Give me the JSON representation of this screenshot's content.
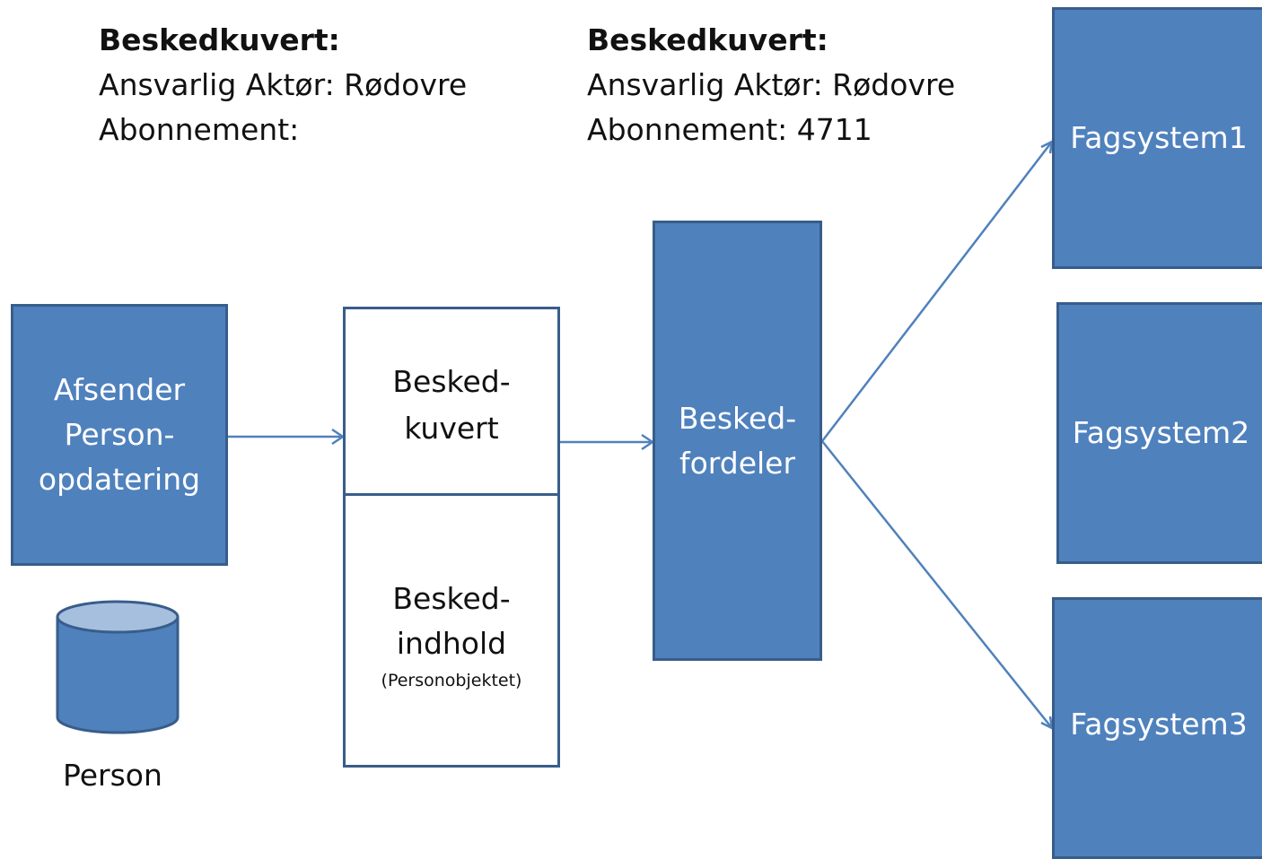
{
  "notes": [
    {
      "heading": "Beskedkuvert:",
      "line1": "Ansvarlig Aktør: Rødovre",
      "line2": "Abonnement:"
    },
    {
      "heading": "Beskedkuvert:",
      "line1": "Ansvarlig Aktør: Rødovre",
      "line2": "Abonnement:  4711"
    }
  ],
  "sender": {
    "line1": "Afsender",
    "line2": "Person-",
    "line3": "opdatering"
  },
  "database": {
    "label": "Person"
  },
  "envelope": {
    "top_line1": "Besked-",
    "top_line2": "kuvert",
    "bottom_line1": "Besked-",
    "bottom_line2": "indhold",
    "bottom_note": "(Personobjektet)"
  },
  "distributor": {
    "line1": "Besked-",
    "line2": "fordeler"
  },
  "systems": [
    {
      "label": "Fagsystem1"
    },
    {
      "label": "Fagsystem2"
    },
    {
      "label": "Fagsystem3"
    }
  ],
  "colors": {
    "box_fill": "#4f81bd",
    "box_border": "#385d8a",
    "connector": "#4f81bd"
  }
}
